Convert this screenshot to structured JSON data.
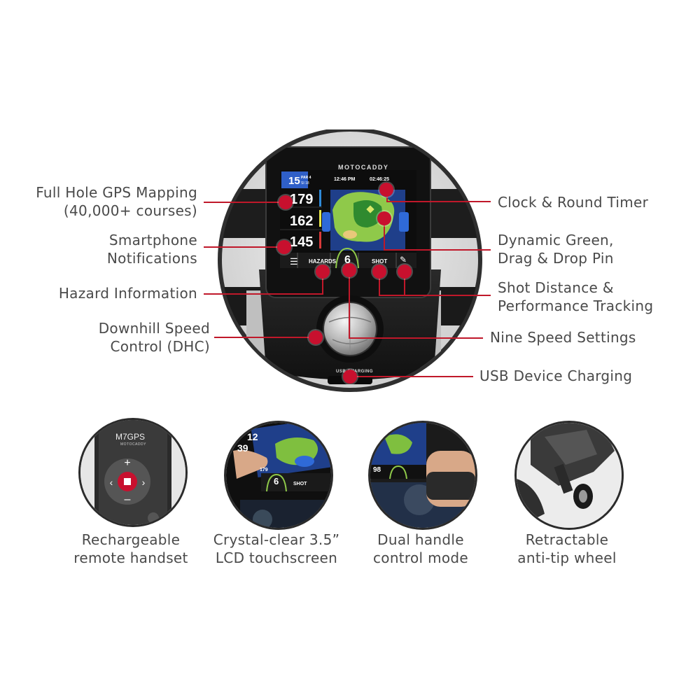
{
  "screen": {
    "brand": "MOTOCADDY",
    "hole": "15",
    "par": "PAR 4",
    "index": "SI 18",
    "clock": "12:46 PM",
    "timer": "02:46:25",
    "dist_back": "179",
    "dist_mid": "162",
    "dist_front": "145",
    "btn_hazards": "HAZARDS",
    "speed": "6",
    "btn_shot": "SHOT",
    "usb_label": "USB CHARGING"
  },
  "callouts": {
    "gps": [
      "Full Hole GPS Mapping",
      "(40,000+ courses)"
    ],
    "smartphone": [
      "Smartphone",
      "Notifications"
    ],
    "hazard": "Hazard Information",
    "dhc": [
      "Downhill Speed",
      "Control (DHC)"
    ],
    "clock": "Clock & Round Timer",
    "green": [
      "Dynamic Green,",
      "Drag & Drop Pin"
    ],
    "shot": [
      "Shot Distance &",
      "Performance Tracking"
    ],
    "speed": "Nine Speed Settings",
    "usb": "USB Device Charging"
  },
  "features": [
    {
      "caption": [
        "Rechargeable",
        "remote handset"
      ],
      "icon": "remote-handset"
    },
    {
      "caption": [
        "Crystal-clear 3.5”",
        "LCD touchscreen"
      ],
      "icon": "touchscreen"
    },
    {
      "caption": [
        "Dual handle",
        "control mode"
      ],
      "icon": "dual-handle"
    },
    {
      "caption": [
        "Retractable",
        "anti-tip wheel"
      ],
      "icon": "anti-tip-wheel"
    }
  ],
  "remote": {
    "model": "M7GPS",
    "brand": "MOTOCADDY"
  },
  "thumb_screen": {
    "d1": "12",
    "d2": "39",
    "d3": "98",
    "speed": "6",
    "shot": "SHOT",
    "pill": "179"
  },
  "colors": {
    "accent": "#c8102e",
    "text": "#4a4a4a",
    "screen_blue": "#2f5fc8"
  }
}
